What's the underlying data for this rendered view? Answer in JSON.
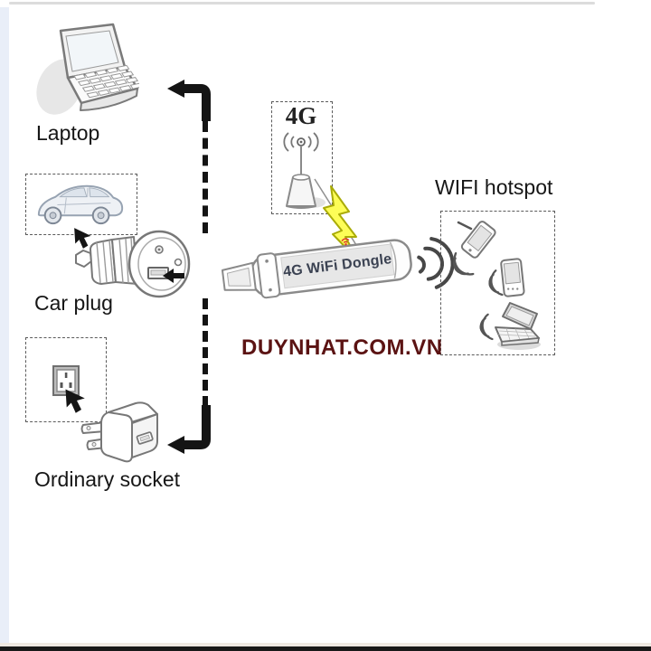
{
  "labels": {
    "laptop": "Laptop",
    "car_plug": "Car plug",
    "ordinary_socket": "Ordinary socket",
    "network_4g": "4G",
    "wifi_hotspot": "WIFI hotspot",
    "dongle": "4G WiFi Dongle"
  },
  "watermark": "DUYNHAT.COM.VN",
  "colors": {
    "watermark_red": "#5b1313",
    "dongle_text": "#3b4252",
    "dongle_plate": "#e7e7e7",
    "wifi_badge_red": "#e03030",
    "lightning_fill": "#fdfd57",
    "lightning_outline": "#a9ab07",
    "arrow_black": "#141414",
    "outline_gray": "#777777",
    "left_strip_blue": "#e9eef8"
  },
  "icons": {
    "laptop": "laptop-illustration",
    "car": "car-illustration",
    "car_plug": "car-charger-illustration",
    "wall_charger": "usb-wall-charger-illustration",
    "wall_socket": "wall-socket-icon",
    "antenna": "4g-antenna-tower-icon",
    "lightning": "lightning-bolt-icon",
    "wifi_waves": "wifi-waves-icon",
    "cursor": "cursor-arrow-icon",
    "elbow_arrow": "elbow-arrow-icon",
    "smartphone": "smartphone-icon",
    "small_laptop": "laptop-small-icon"
  }
}
